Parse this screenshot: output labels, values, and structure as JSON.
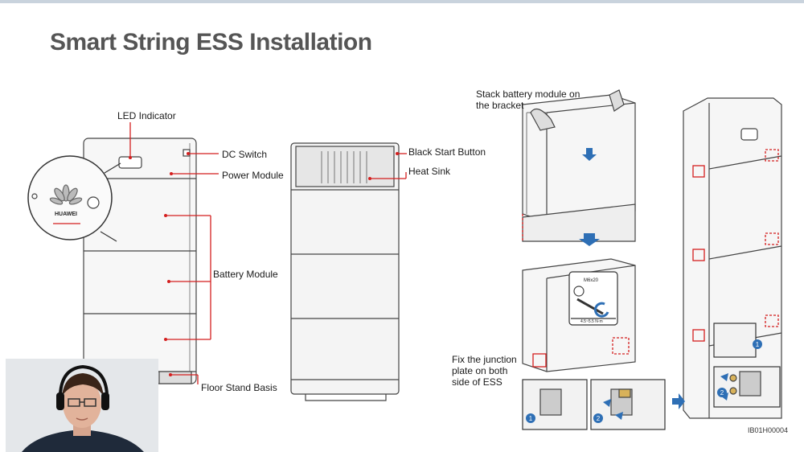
{
  "slide": {
    "title": "Smart String ESS Installation"
  },
  "left_diagram": {
    "labels": {
      "led_indicator": "LED Indicator",
      "dc_switch": "DC Switch",
      "power_module": "Power Module",
      "battery_module": "Battery Module",
      "floor_stand_basis": "Floor Stand Basis",
      "black_start_button": "Black Start Button",
      "heat_sink": "Heat Sink"
    },
    "logo_text": "HUAWEI"
  },
  "right_diagram": {
    "step_stack": "Stack battery module on the bracket",
    "step_fix": "Fix the junction plate on both side of ESS",
    "screw_spec": "M6x20",
    "torque_spec": "4.5~5.5 N·m",
    "figure_code": "IB01H00004",
    "step_numbers": [
      "1",
      "2"
    ]
  },
  "colors": {
    "title": "#555555",
    "callout_line": "#d41f1f",
    "accent_blue": "#2e6fb5",
    "outline": "#333333"
  }
}
